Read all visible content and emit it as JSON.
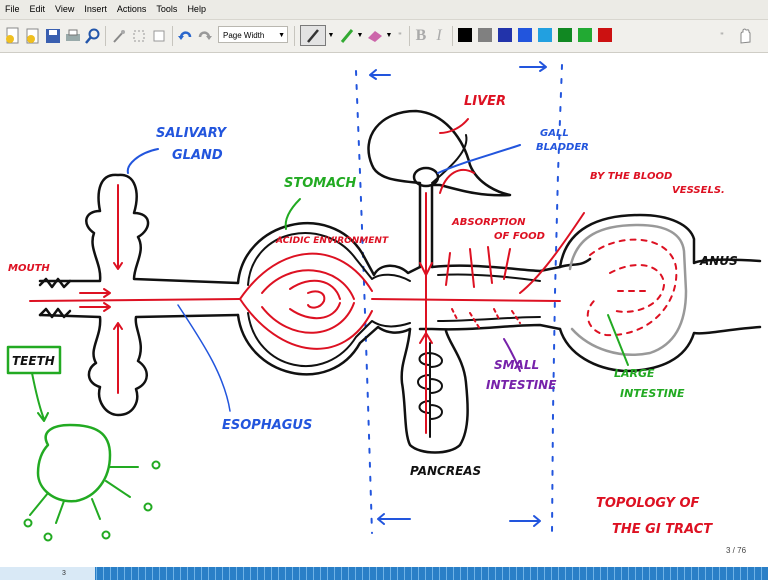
{
  "menu": [
    "File",
    "Edit",
    "View",
    "Insert",
    "Actions",
    "Tools",
    "Help"
  ],
  "toolbar": {
    "zoom_label": "Page Width",
    "colors": [
      "#000000",
      "#808080",
      "#2233aa",
      "#2255dd",
      "#22a0e0",
      "#118822",
      "#22aa33",
      "#cc1111"
    ],
    "pen_color": "#333333",
    "highlighter_color": "#33aa33",
    "eraser_color": "#cc66aa"
  },
  "drawing": {
    "labels": {
      "salivary_gland": "SALIVARY\nGLAND",
      "stomach": "STOMACH",
      "acidic": "ACIDIC ENVIRONMENT",
      "liver": "LIVER",
      "gall_bladder": "GALL\nBLADDER",
      "absorption": "ABSORPTION\nOF FOOD",
      "blood_vessels": "BY THE BLOOD\nVESSELS.",
      "mouth": "MOUTH",
      "anus": "ANUS",
      "teeth": "TEETH",
      "esophagus": "ESOPHAGUS",
      "pancreas": "PANCREAS",
      "small_intestine": "SMALL\nINTESTINE",
      "large_intestine": "LARGE\nINTESTINE",
      "title": "TOPOLOGY OF\nTHE GI TRACT"
    },
    "colors": {
      "ink": "#111111",
      "red": "#dd1122",
      "blue": "#2255dd",
      "green": "#22aa22",
      "purple": "#7722aa",
      "gray": "#999999"
    }
  },
  "status": {
    "page": "3 / 76",
    "left_text": "3"
  }
}
